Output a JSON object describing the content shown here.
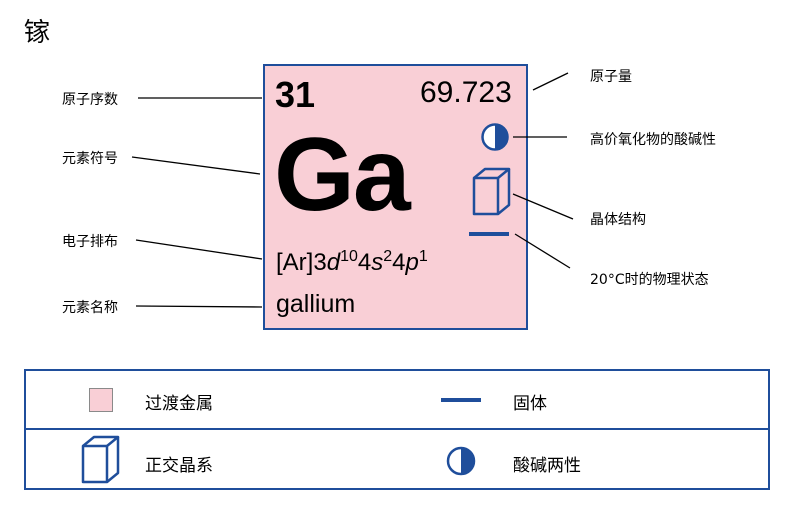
{
  "title": "镓",
  "tile": {
    "atomic_number": "31",
    "atomic_mass": "69.723",
    "symbol": "Ga",
    "config": {
      "core": "[Ar]",
      "d_n": "3",
      "d_l": "d",
      "d_e": "10",
      "s_n": "4",
      "s_l": "s",
      "s_e": "2",
      "p_n": "4",
      "p_l": "p",
      "p_e": "1"
    },
    "name": "gallium",
    "background": "#f9cfd6",
    "border": "#1f4e9b"
  },
  "labels": {
    "atomic_number": "原子序数",
    "element_symbol": "元素符号",
    "electron_config": "电子排布",
    "element_name": "元素名称",
    "atomic_mass": "原子量",
    "oxide_acidity": "高价氧化物的酸碱性",
    "crystal_structure": "晶体结构",
    "state": "20°C时的物理状态"
  },
  "legend": {
    "transition_metal": "过渡金属",
    "solid": "固体",
    "orthorhombic": "正交晶系",
    "amphoteric": "酸碱两性"
  },
  "icons": {
    "acidity": "half-filled-circle-icon",
    "crystal": "cuboid-icon",
    "state": "solid-line-icon"
  },
  "colors": {
    "accent": "#1f4e9b"
  }
}
